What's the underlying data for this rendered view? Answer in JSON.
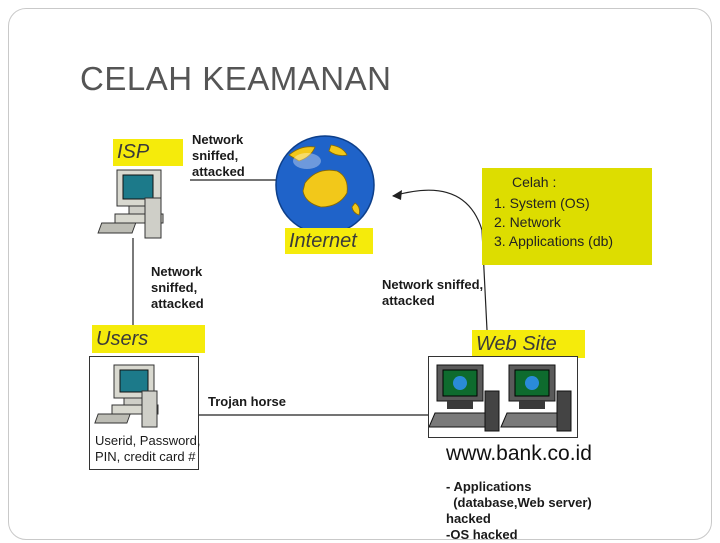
{
  "title": "CELAH KEAMANAN",
  "labels": {
    "isp": "ISP",
    "internet": "Internet",
    "users": "Users",
    "website": "Web Site"
  },
  "notes": {
    "isp_link": [
      "Network",
      "sniffed,",
      "attacked"
    ],
    "users_link": [
      "Network",
      "sniffed,",
      "attacked"
    ],
    "site_link": [
      "Network sniffed,",
      "attacked"
    ],
    "trojan": "Trojan horse",
    "user_data": [
      "Userid, Password,",
      "PIN, credit card #"
    ],
    "bank_url": "www.bank.co.id",
    "bank_issues": [
      "- Applications",
      "  (database,Web server)",
      "hacked",
      "-OS hacked"
    ]
  },
  "celah": {
    "title": "Celah :",
    "items": [
      "1.  System (OS)",
      "2.  Network",
      "3.  Applications (db)"
    ]
  },
  "colors": {
    "label_bg": "#f5eb0b",
    "celah_bg": "#dddd00",
    "globe_ocean": "#1f63c9",
    "globe_land": "#f2c81a",
    "monitor_screen": "#1c7a8a"
  }
}
